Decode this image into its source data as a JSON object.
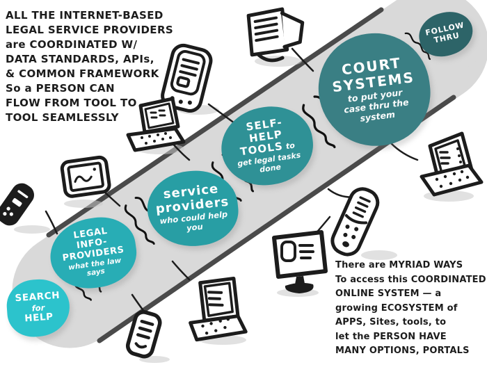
{
  "colors": {
    "ink": "#1c1c1c",
    "road_fill": "#d9d9d9",
    "road_edge": "#4a4a4a",
    "search": "#2cc3cc",
    "legal": "#28adb5",
    "service": "#289ea4",
    "selfhelp": "#2f9196",
    "court": "#3a7f84",
    "follow": "#2d6468"
  },
  "notes": {
    "top_left": {
      "lines": [
        "ALL THE INTERNET-BASED",
        "LEGAL SERVICE PROVIDERS",
        "are COORDINATED W/",
        "DATA STANDARDS, APIs,",
        "& COMMON FRAMEWORK",
        "So a PERSON CAN",
        "FLOW FROM TOOL TO",
        "TOOL SEAMLESSLY"
      ]
    },
    "bottom_right": {
      "lines": [
        "There are MYRIAD WAYS",
        "To access this COORDINATED",
        "ONLINE SYSTEM — a",
        "growing ECOSYSTEM of",
        "APPS, Sites, tools, to",
        "let the PERSON HAVE",
        "MANY OPTIONS, PORTALS"
      ]
    }
  },
  "flow": {
    "nodes": [
      {
        "id": "search-for-help",
        "color": "#2cc3cc",
        "title_lines": [
          "SEARCH",
          "for",
          "HELP"
        ],
        "sub_lines": []
      },
      {
        "id": "legal-info-providers",
        "color": "#28adb5",
        "title_lines": [
          "LEGAL",
          "INFO-PROVIDERS"
        ],
        "sub_lines": [
          "what the law",
          "says"
        ]
      },
      {
        "id": "service-providers",
        "color": "#289ea4",
        "title_lines": [
          "service",
          "providers"
        ],
        "sub_lines": [
          "who could help",
          "you"
        ]
      },
      {
        "id": "self-help-tools",
        "color": "#2f9196",
        "title_lines": [
          "SELF-",
          "HELP",
          "TOOLS"
        ],
        "trailing_word": "to",
        "sub_lines": [
          "get legal tasks",
          "done"
        ]
      },
      {
        "id": "court-systems",
        "color": "#3a7f84",
        "title_lines": [
          "COURT",
          "SYSTEMS"
        ],
        "sub_lines": [
          "to put your",
          "case thru the",
          "system"
        ]
      },
      {
        "id": "follow-thru",
        "color": "#2d6468",
        "title_lines": [
          "FOLLOW",
          "THRU"
        ],
        "sub_lines": []
      }
    ]
  },
  "devices": [
    {
      "name": "crt-monitor-icon"
    },
    {
      "name": "feature-phone-icon"
    },
    {
      "name": "laptop-icon"
    },
    {
      "name": "tablet-icon"
    },
    {
      "name": "flip-phone-icon"
    },
    {
      "name": "laptop-right-icon"
    },
    {
      "name": "feature-phone-right-icon"
    },
    {
      "name": "flat-monitor-icon"
    },
    {
      "name": "laptop-bottom-icon"
    },
    {
      "name": "small-phone-icon"
    }
  ]
}
